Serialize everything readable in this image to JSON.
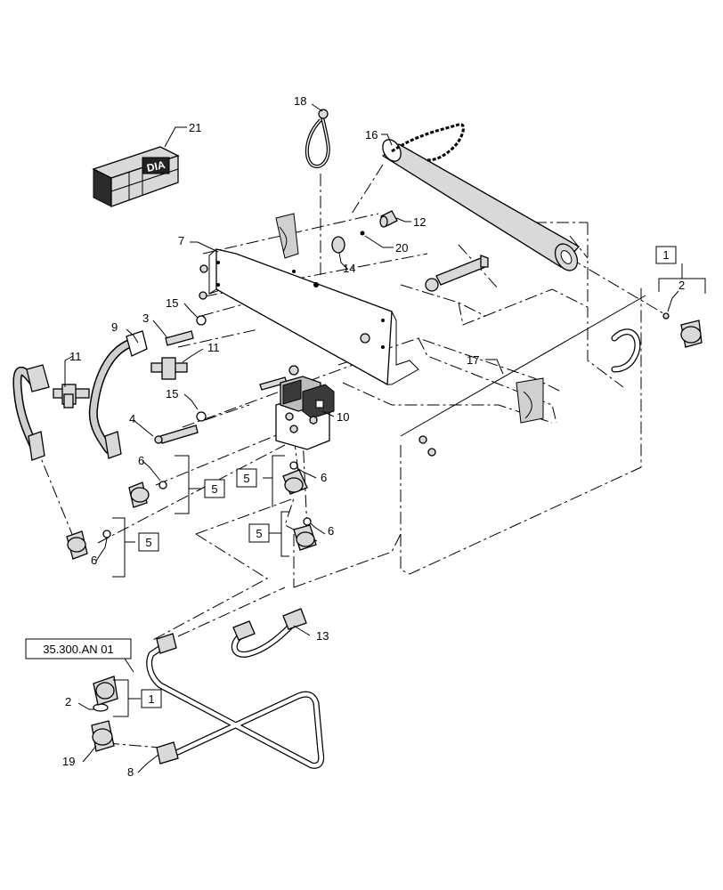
{
  "diagram": {
    "callouts": {
      "c1": "1",
      "c2": "2",
      "c3": "3",
      "c4": "4",
      "c6": "6",
      "c7": "7",
      "c8": "8",
      "c9": "9",
      "c10": "10",
      "c11": "11",
      "c12": "12",
      "c13": "13",
      "c14": "14",
      "c15": "15",
      "c16": "16",
      "c17": "17",
      "c18": "18",
      "c19": "19",
      "c20": "20",
      "c21": "21"
    },
    "boxes": {
      "b1": "1",
      "b5": "5"
    },
    "reference": "35.300.AN 01",
    "kit_label": "DIA"
  }
}
